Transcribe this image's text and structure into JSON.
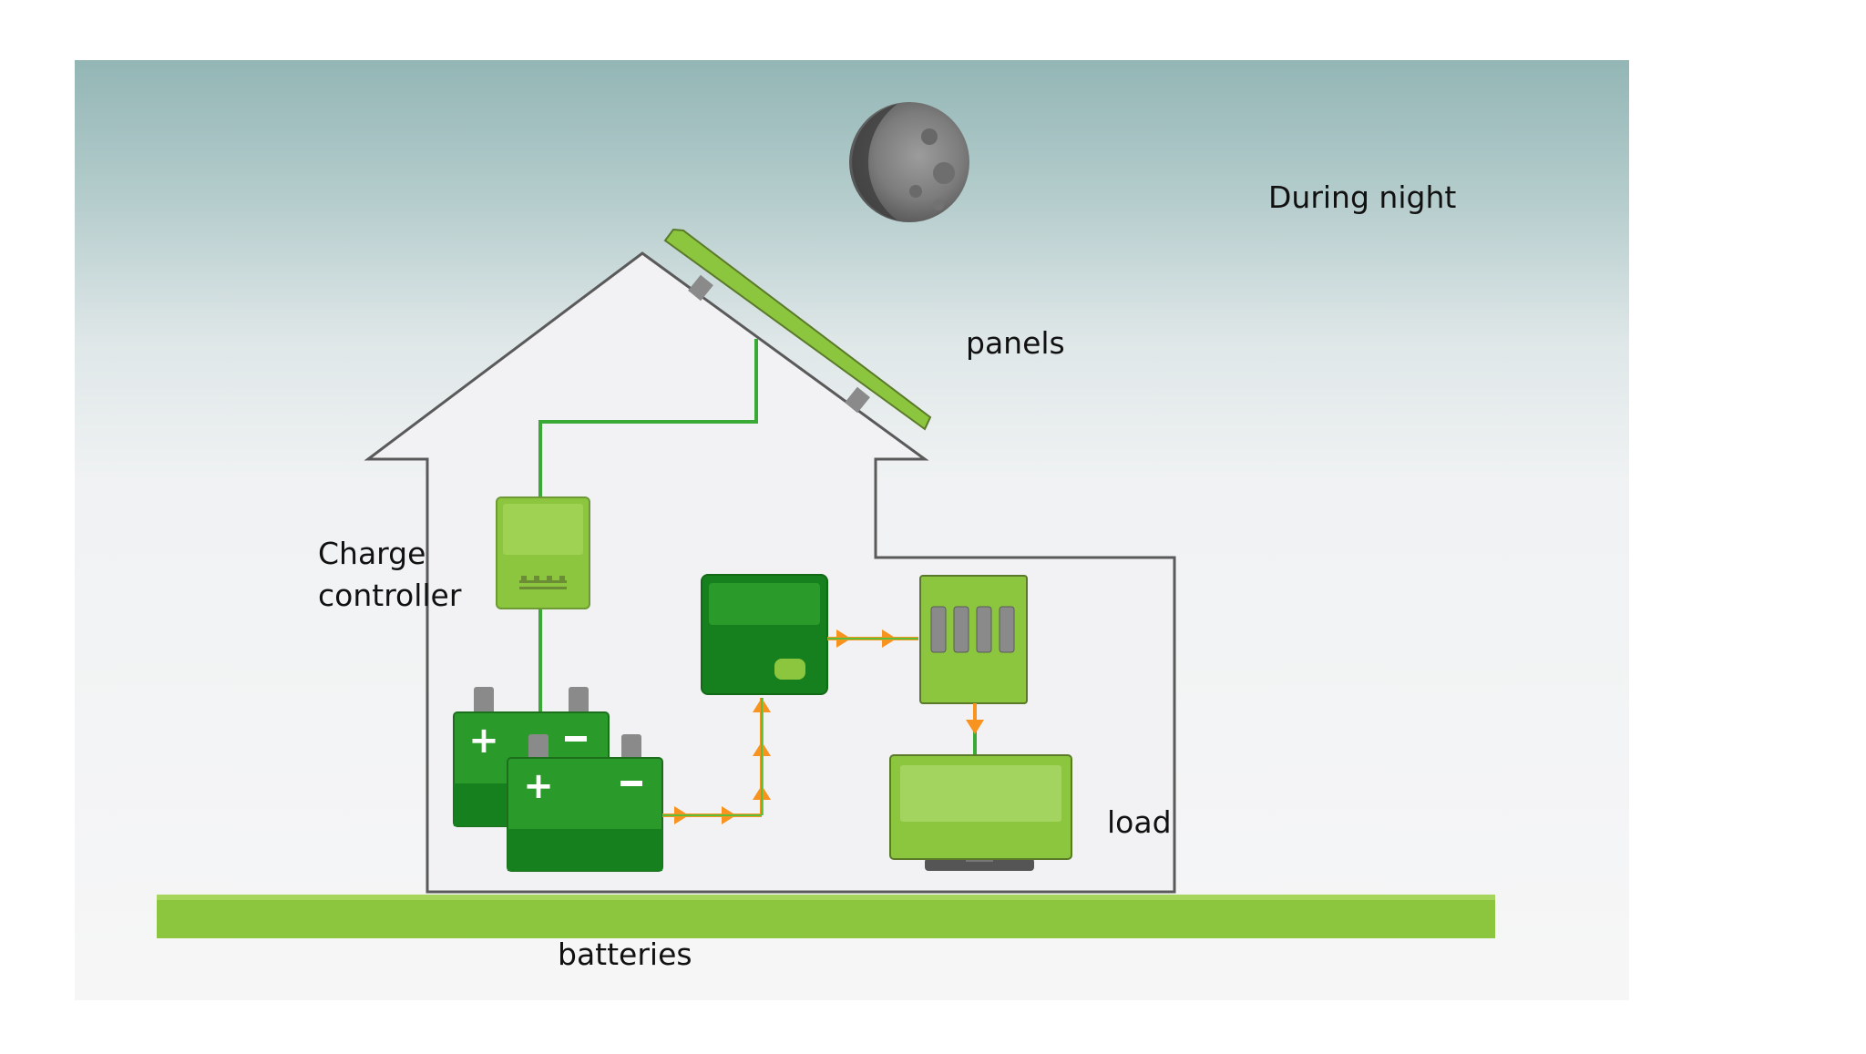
{
  "labels": {
    "night": "During night",
    "panels": "panels",
    "charge_controller_line1": "Charge",
    "charge_controller_line2": "controller",
    "load": "load",
    "batteries": "batteries"
  },
  "colors": {
    "sky_top": "#93b7b6",
    "sky_bottom": "#f4f5f6",
    "house_outline": "#5a5a5a",
    "house_fill": "#f1f1f3",
    "light_green": "#8cc63f",
    "dark_green": "#2a9a2a",
    "deep_green": "#17801e",
    "grass": "#8bc53f",
    "arrow": "#f7931e",
    "wire": "#3aa935",
    "grey_part": "#8a8a8a"
  },
  "icons": [
    "moon-icon",
    "solar-panel-icon",
    "charge-controller-icon",
    "battery-icon",
    "inverter-icon",
    "distribution-board-icon",
    "television-icon"
  ]
}
